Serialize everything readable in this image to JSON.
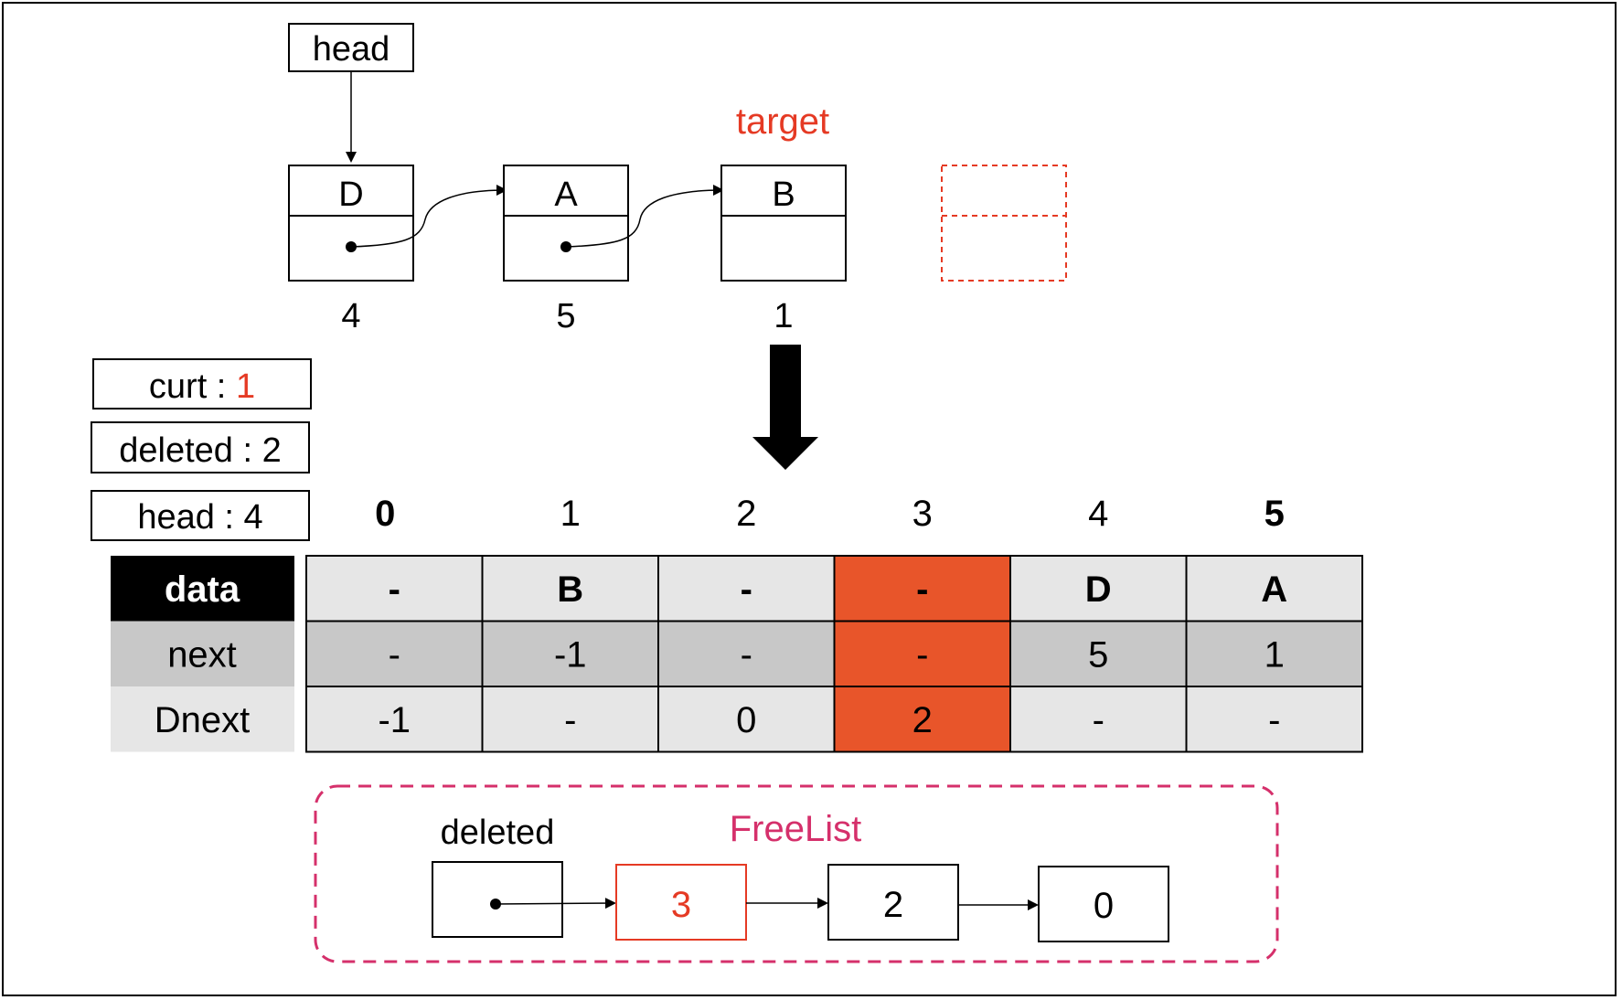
{
  "colors": {
    "accent_red": "#e53a24",
    "highlight_orange": "#e8552a",
    "freelist_pink": "#d5306b",
    "header_dark": "#000000",
    "row_next_bg": "#c8c8c8",
    "row_data_bg": "#e6e6e6"
  },
  "list": {
    "head_label": "head",
    "target_label": "target",
    "nodes": [
      {
        "data": "D",
        "index": "4",
        "has_pointer": true
      },
      {
        "data": "A",
        "index": "5",
        "has_pointer": true
      },
      {
        "data": "B",
        "index": "1",
        "has_pointer": false
      }
    ]
  },
  "vars": {
    "curt_label": "curt : ",
    "curt_value": "1",
    "deleted_label": "deleted : 2",
    "head_label": "head : 4"
  },
  "table": {
    "columns": [
      "0",
      "1",
      "2",
      "3",
      "4",
      "5"
    ],
    "highlight_column": 3,
    "rows": [
      {
        "label": "data",
        "cells": [
          "-",
          "B",
          "-",
          "-",
          "D",
          "A"
        ]
      },
      {
        "label": "next",
        "cells": [
          "-",
          "-1",
          "-",
          "-",
          "5",
          "1"
        ]
      },
      {
        "label": "Dnext",
        "cells": [
          "-1",
          "-",
          "0",
          "2",
          "-",
          "-"
        ]
      }
    ]
  },
  "freelist": {
    "title": "FreeList",
    "deleted_label": "deleted",
    "nodes": [
      "3",
      "2",
      "0"
    ]
  }
}
